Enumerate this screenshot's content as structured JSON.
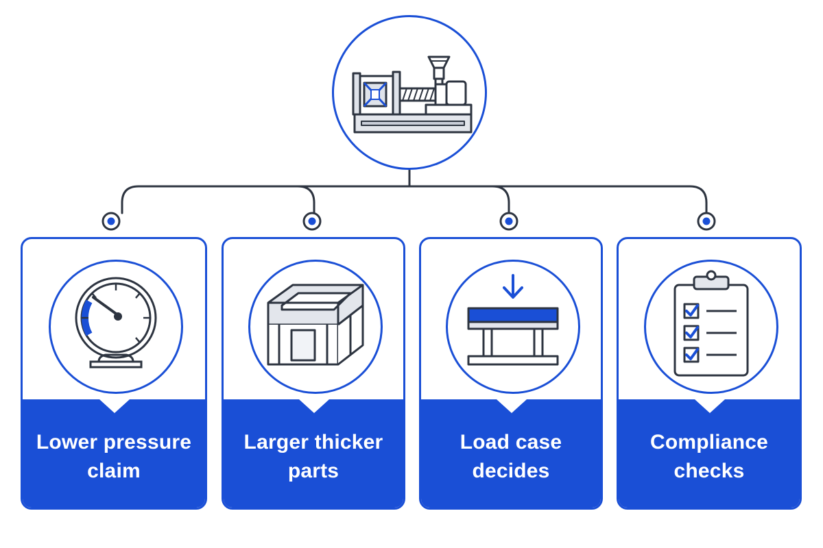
{
  "hub": {
    "icon": "injection-molding-machine-icon"
  },
  "colors": {
    "accent": "#1a4fd6",
    "line": "#2d3440",
    "bg": "#ffffff"
  },
  "cards": [
    {
      "label": "Lower pressure claim",
      "icon": "pressure-gauge-icon"
    },
    {
      "label": "Larger thicker parts",
      "icon": "thick-box-part-icon"
    },
    {
      "label": "Load case decides",
      "icon": "load-beam-icon"
    },
    {
      "label": "Compliance checks",
      "icon": "clipboard-checklist-icon"
    }
  ]
}
